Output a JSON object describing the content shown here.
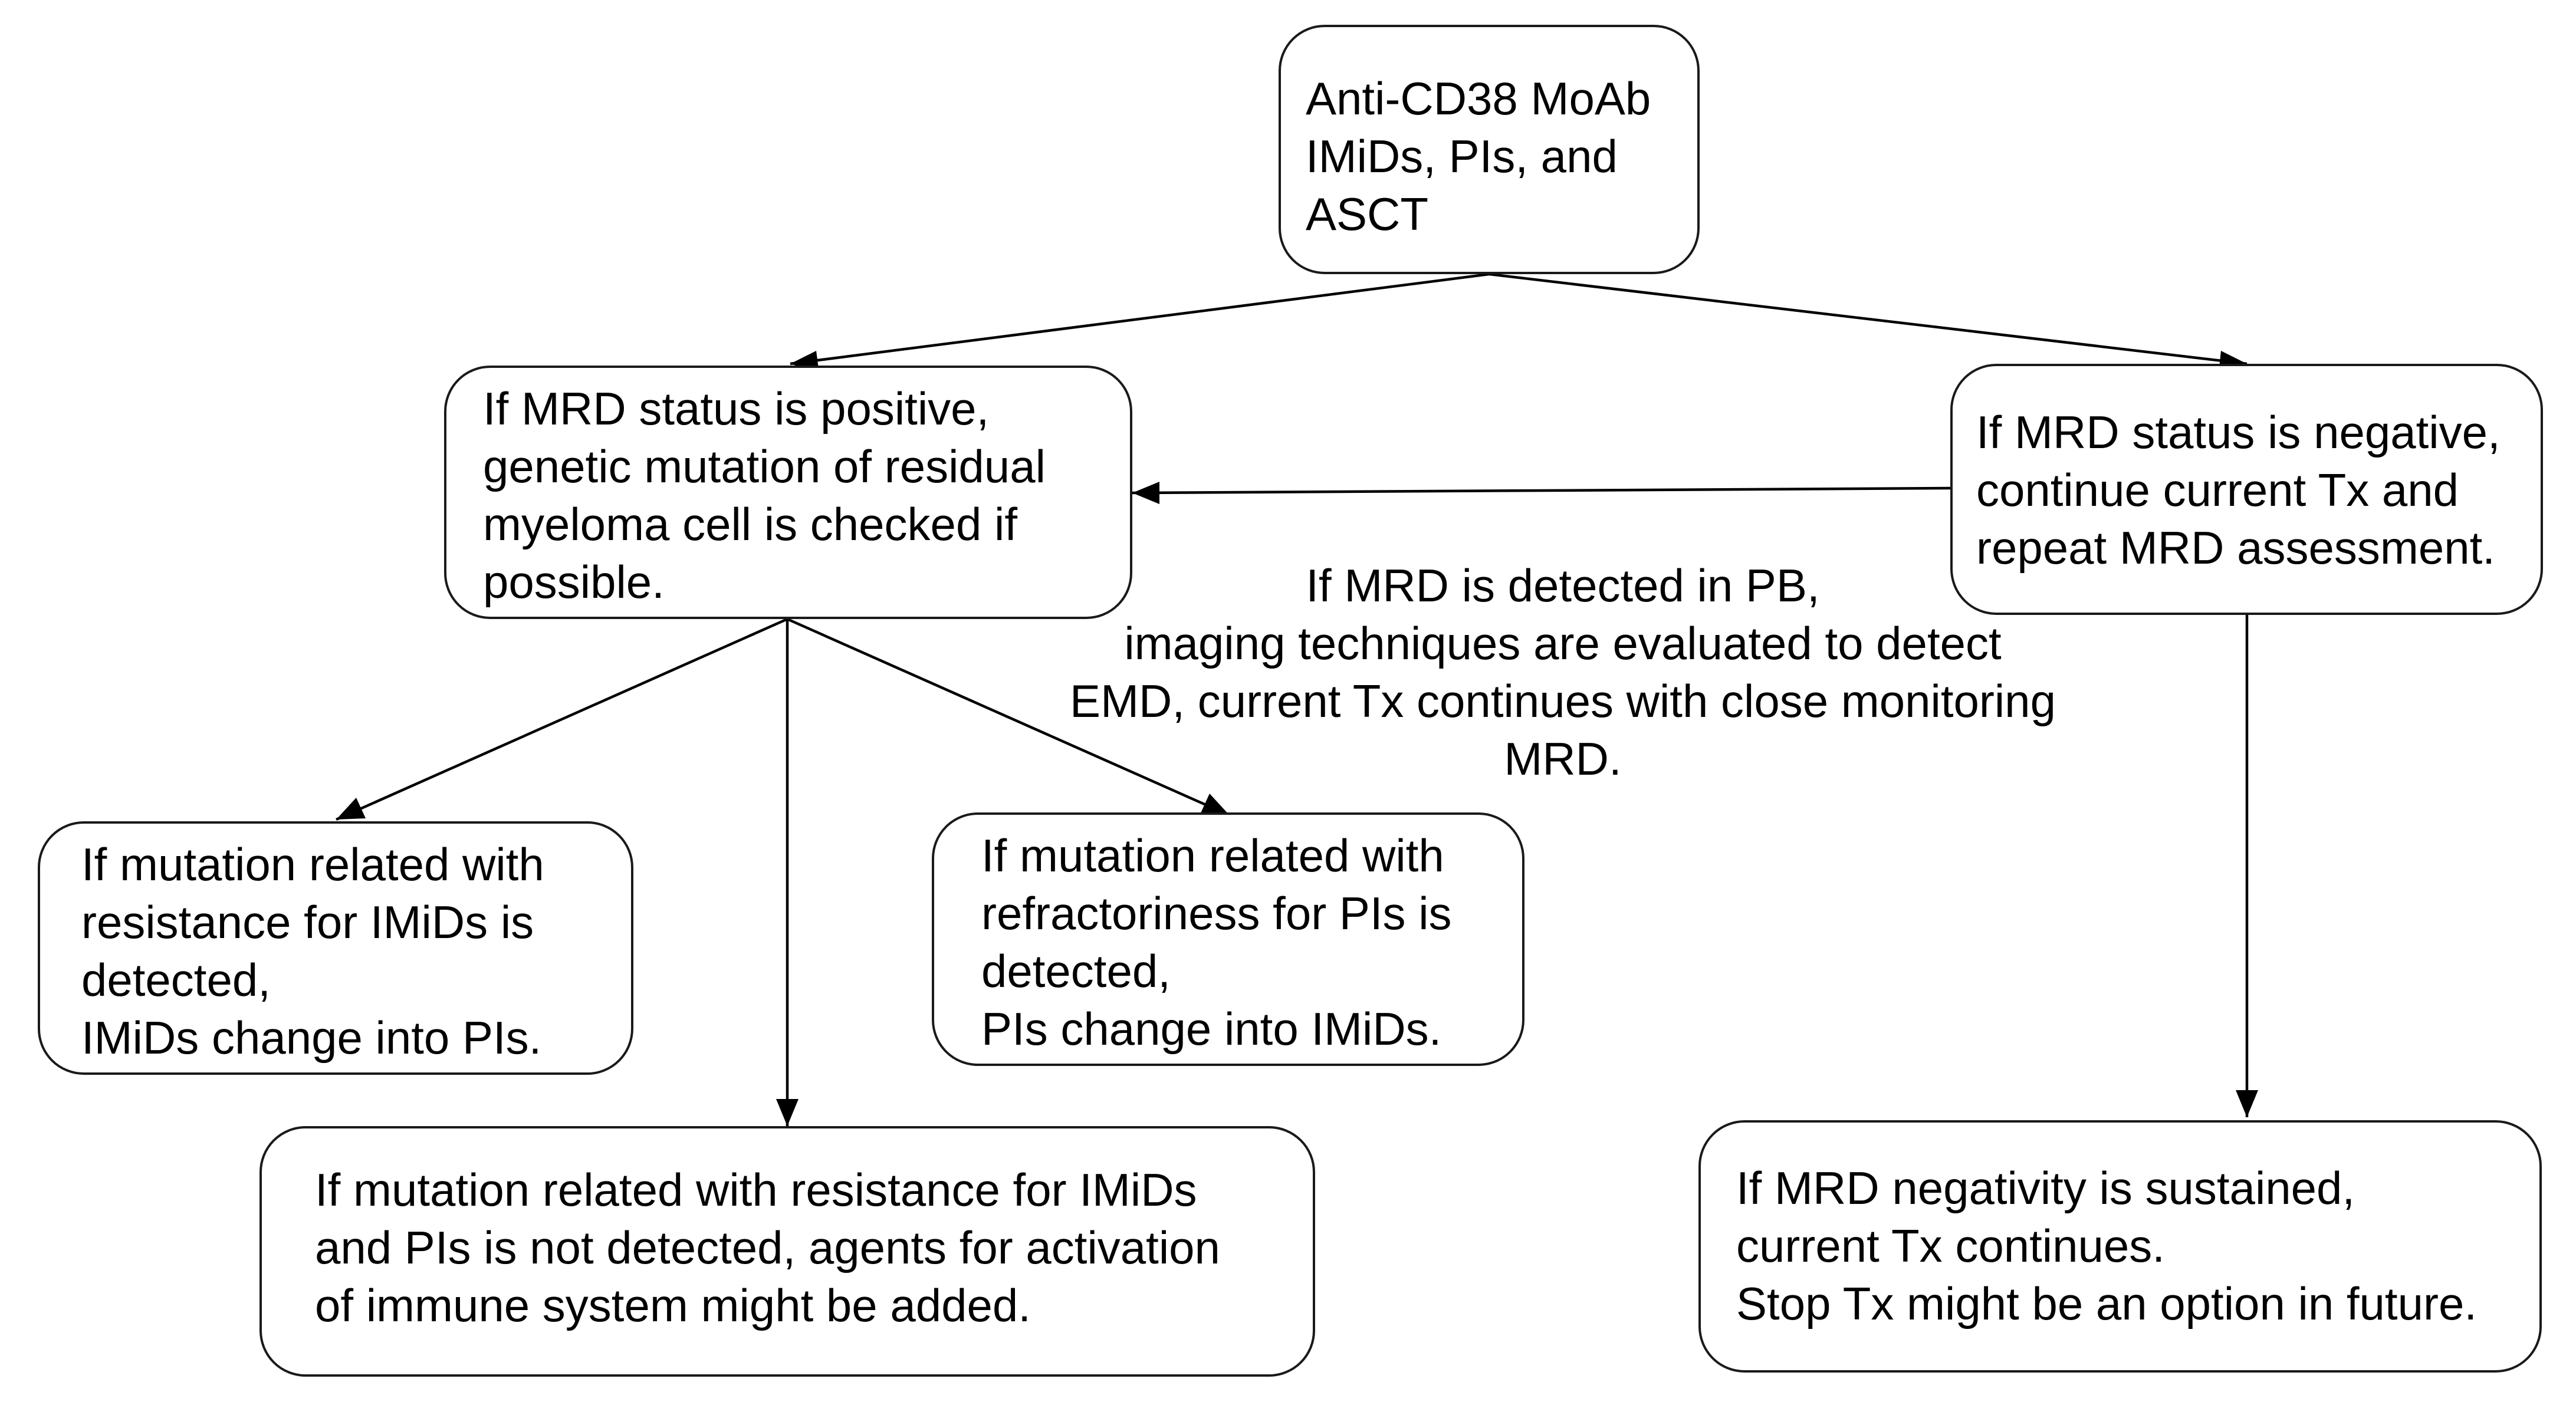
{
  "diagram": {
    "nodes": {
      "root": {
        "lines": [
          "Anti-CD38 MoAb",
          "IMiDs, PIs, and",
          "ASCT"
        ]
      },
      "mrd_positive": {
        "lines": [
          "If MRD status is positive,",
          "genetic mutation of residual",
          "myeloma cell is checked if",
          "possible."
        ]
      },
      "mrd_negative": {
        "lines": [
          "If MRD status is negative,",
          "continue current Tx and",
          "repeat MRD assessment."
        ]
      },
      "imids_resistance": {
        "lines": [
          "If mutation related with",
          "resistance for IMiDs is",
          "detected,",
          "IMiDs change into PIs."
        ]
      },
      "pis_refractory": {
        "lines": [
          "If mutation related with",
          "refractoriness for PIs is",
          "detected,",
          "PIs change into IMiDs."
        ]
      },
      "no_resistance": {
        "lines": [
          "If mutation related with resistance for IMiDs",
          "and PIs is not detected, agents for activation",
          "of immune system might be added."
        ]
      },
      "sustained_negative": {
        "lines": [
          "If MRD negativity is sustained,",
          "current Tx continues.",
          "Stop Tx might be an option in future."
        ]
      }
    },
    "edge_label": {
      "lines": [
        "If MRD is detected in PB,",
        "imaging techniques are  evaluated to detect",
        "EMD, current Tx continues with close monitoring",
        "MRD."
      ]
    },
    "edges": [
      {
        "from": "root",
        "to": "mrd_positive"
      },
      {
        "from": "root",
        "to": "mrd_negative"
      },
      {
        "from": "mrd_negative",
        "to": "mrd_positive"
      },
      {
        "from": "mrd_positive",
        "to": "imids_resistance"
      },
      {
        "from": "mrd_positive",
        "to": "no_resistance"
      },
      {
        "from": "mrd_positive",
        "to": "pis_refractory"
      },
      {
        "from": "mrd_negative",
        "to": "sustained_negative"
      }
    ]
  }
}
